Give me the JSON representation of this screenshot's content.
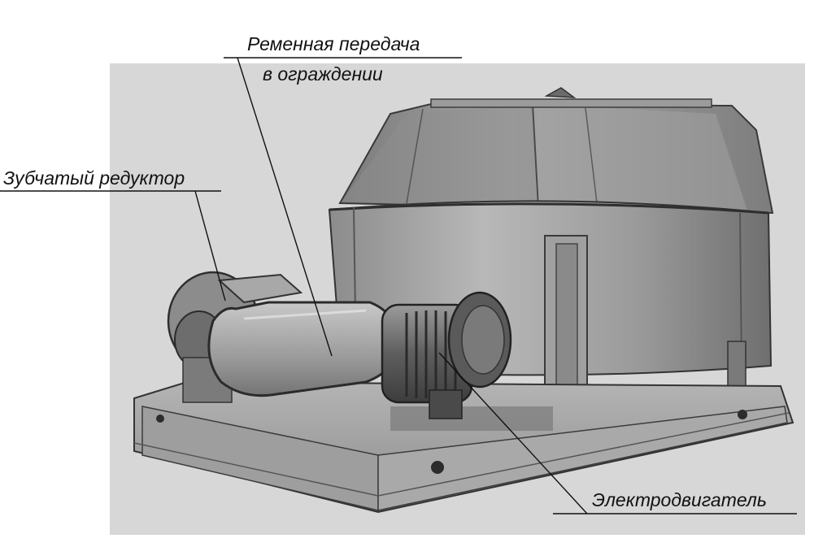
{
  "callouts": {
    "belt_drive": {
      "line1": "Ременная передача",
      "line2": "в ограждении"
    },
    "gear_reducer": {
      "text": "Зубчатый редуктор"
    },
    "electric_motor": {
      "text": "Электродвигатель"
    }
  },
  "colors": {
    "photo_background": "#d9d9d9",
    "metal_light": "#a9a9a9",
    "metal_mid": "#8a8a8a",
    "metal_dark": "#4a4a4a",
    "ink": "#111111"
  }
}
